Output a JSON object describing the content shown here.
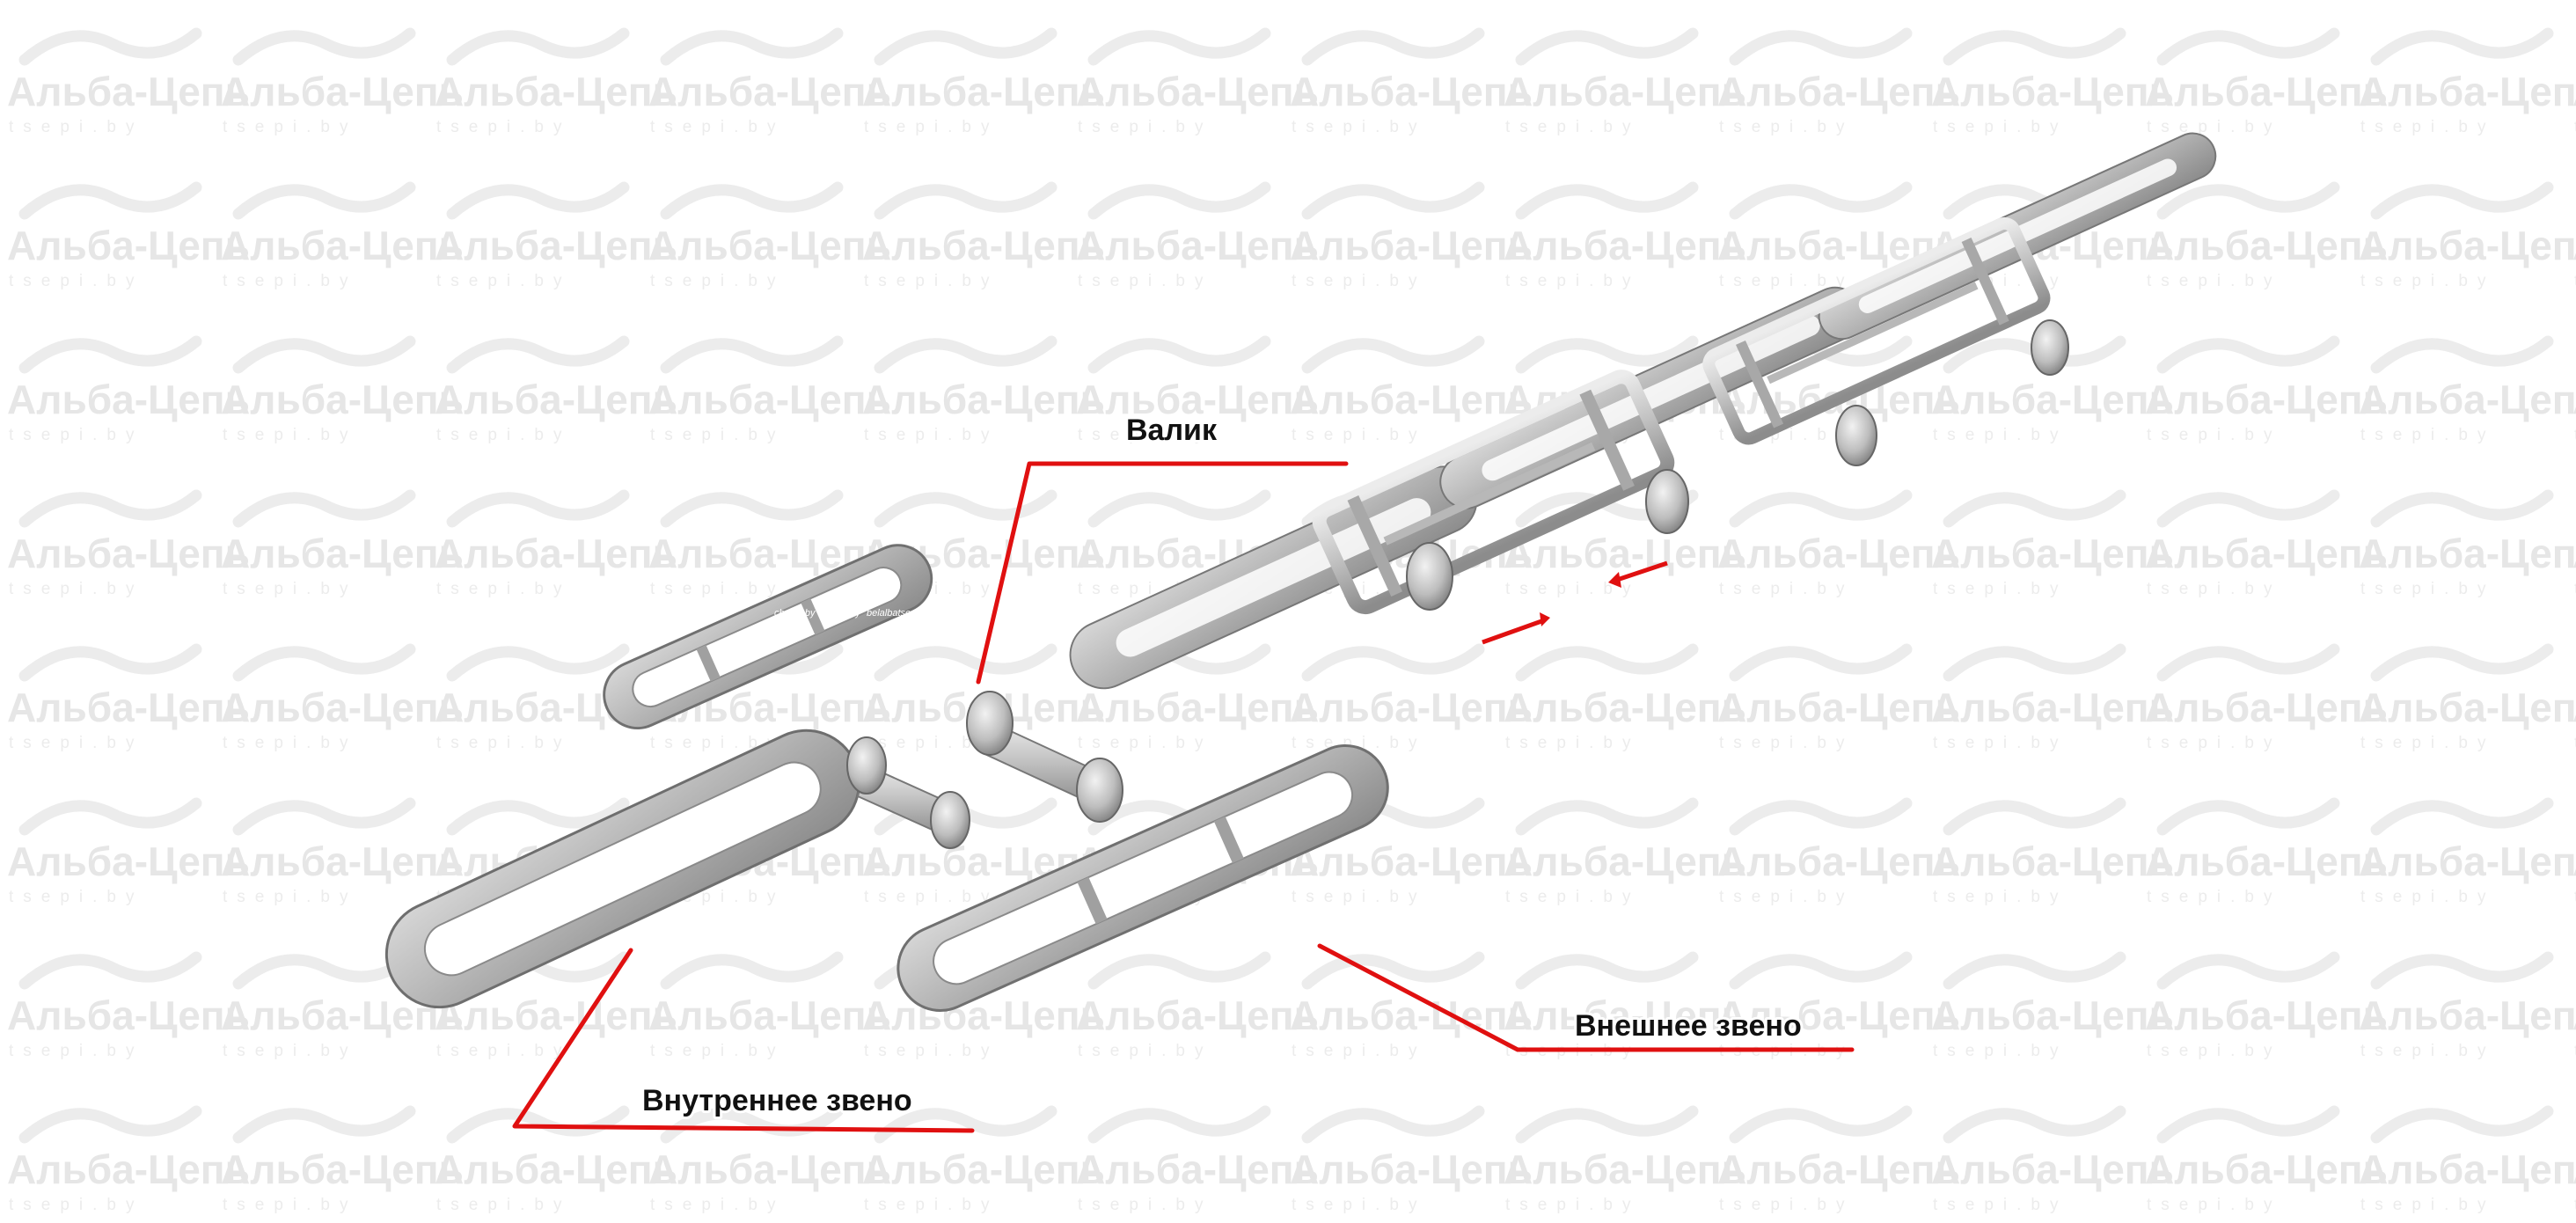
{
  "watermark": {
    "brand": "Альба-Цепь",
    "site": "tsepi.by"
  },
  "labels": {
    "pin": "Валик",
    "outer_link": "Внешнее звено",
    "inner_link": "Внутреннее звено"
  },
  "part_stamps": [
    "chains.by",
    "tsepi.by",
    "belalbatsep"
  ],
  "colors": {
    "leader_line": "#e01010",
    "steel_light": "#dcdcdc",
    "steel_mid": "#b4b4b4",
    "steel_dark": "#7a7a7a",
    "watermark": "#e6e6e6",
    "background": "#ffffff"
  }
}
